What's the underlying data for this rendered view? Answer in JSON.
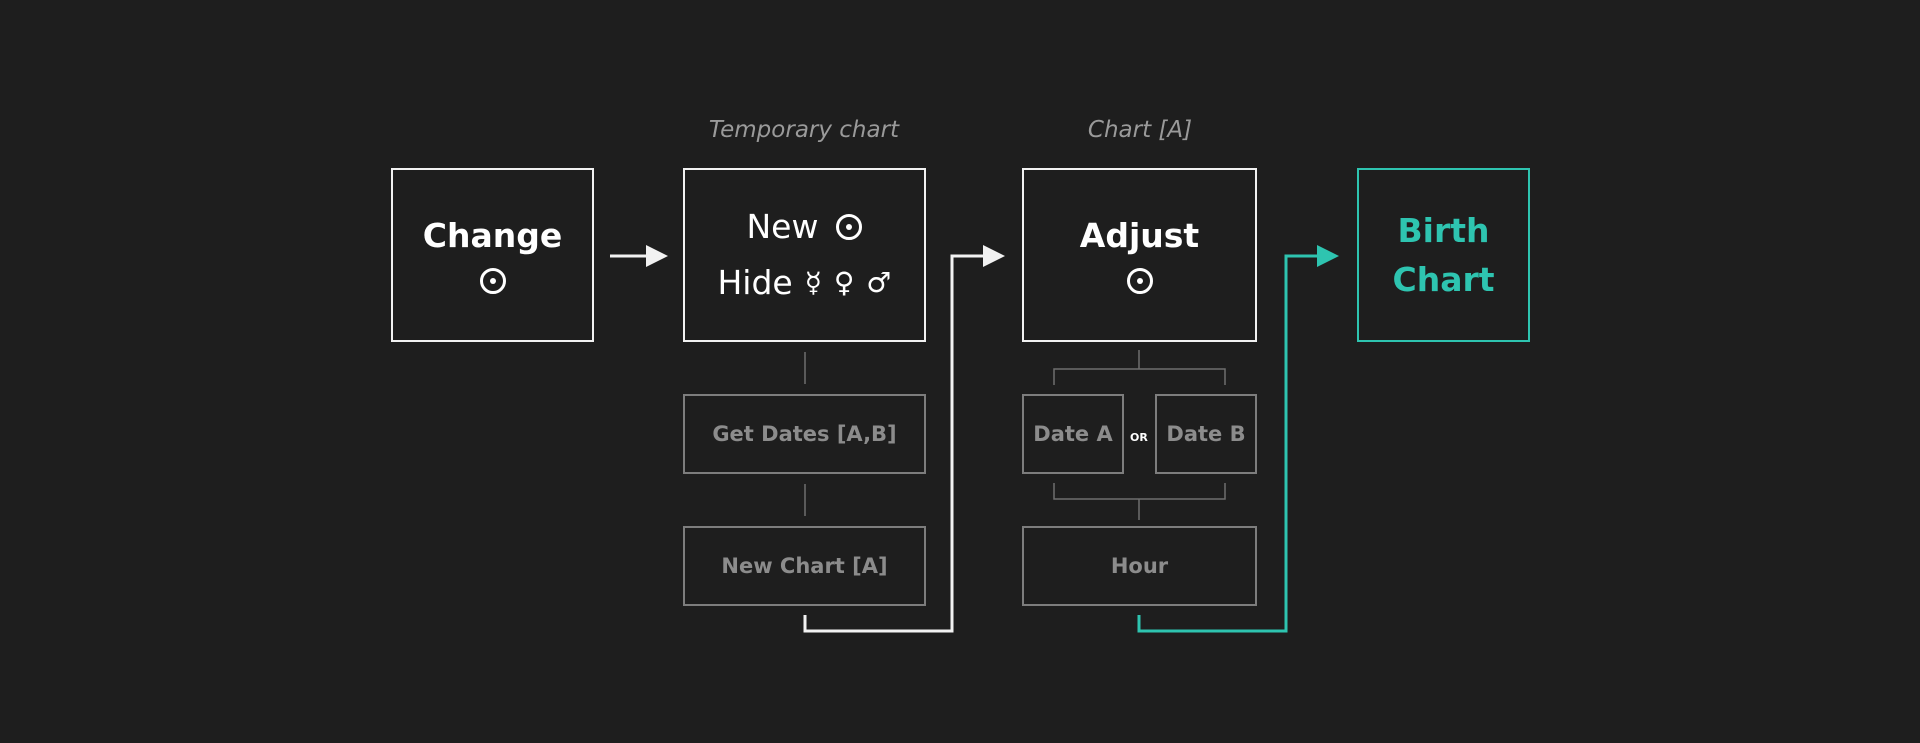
{
  "captions": {
    "temporary": "Temporary chart",
    "chart_a": "Chart [A]"
  },
  "change": {
    "label": "Change"
  },
  "temporary": {
    "new_label": "New",
    "hide_label": "Hide",
    "mercury": "☿",
    "venus": "♀",
    "mars": "♂"
  },
  "get_dates": {
    "label": "Get Dates [A,B]"
  },
  "new_chart": {
    "label": "New Chart [A]"
  },
  "adjust": {
    "label": "Adjust"
  },
  "date_a": {
    "label": "Date A"
  },
  "or_label": "OR",
  "date_b": {
    "label": "Date B"
  },
  "hour": {
    "label": "Hour"
  },
  "birth_chart": {
    "line1": "Birth",
    "line2": "Chart"
  },
  "icons": {
    "sun": "sun-icon"
  },
  "colors": {
    "background": "#1e1e1e",
    "main": "#f2f2f2",
    "muted": "#7d7d7d",
    "accent": "#2ec4b0"
  }
}
